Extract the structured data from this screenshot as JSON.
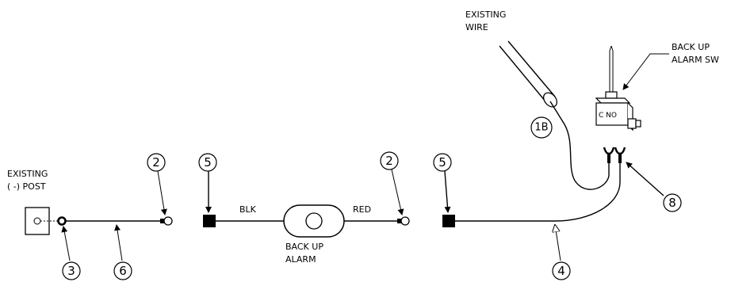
{
  "labels": {
    "existing_post_line1": "EXISTING",
    "existing_post_line2": "( -) POST",
    "existing_wire_line1": "EXISTING",
    "existing_wire_line2": "WIRE",
    "switch_line1": "BACK UP",
    "switch_line2": "ALARM SW",
    "alarm_line1": "BACK UP",
    "alarm_line2": "ALARM",
    "blk": "BLK",
    "red": "RED",
    "switch_face": "C NO"
  },
  "callouts": {
    "c1b": "1B",
    "c2a": "2",
    "c2b": "2",
    "c3": "3",
    "c4": "4",
    "c5a": "5",
    "c5b": "5",
    "c6": "6",
    "c8": "8"
  }
}
